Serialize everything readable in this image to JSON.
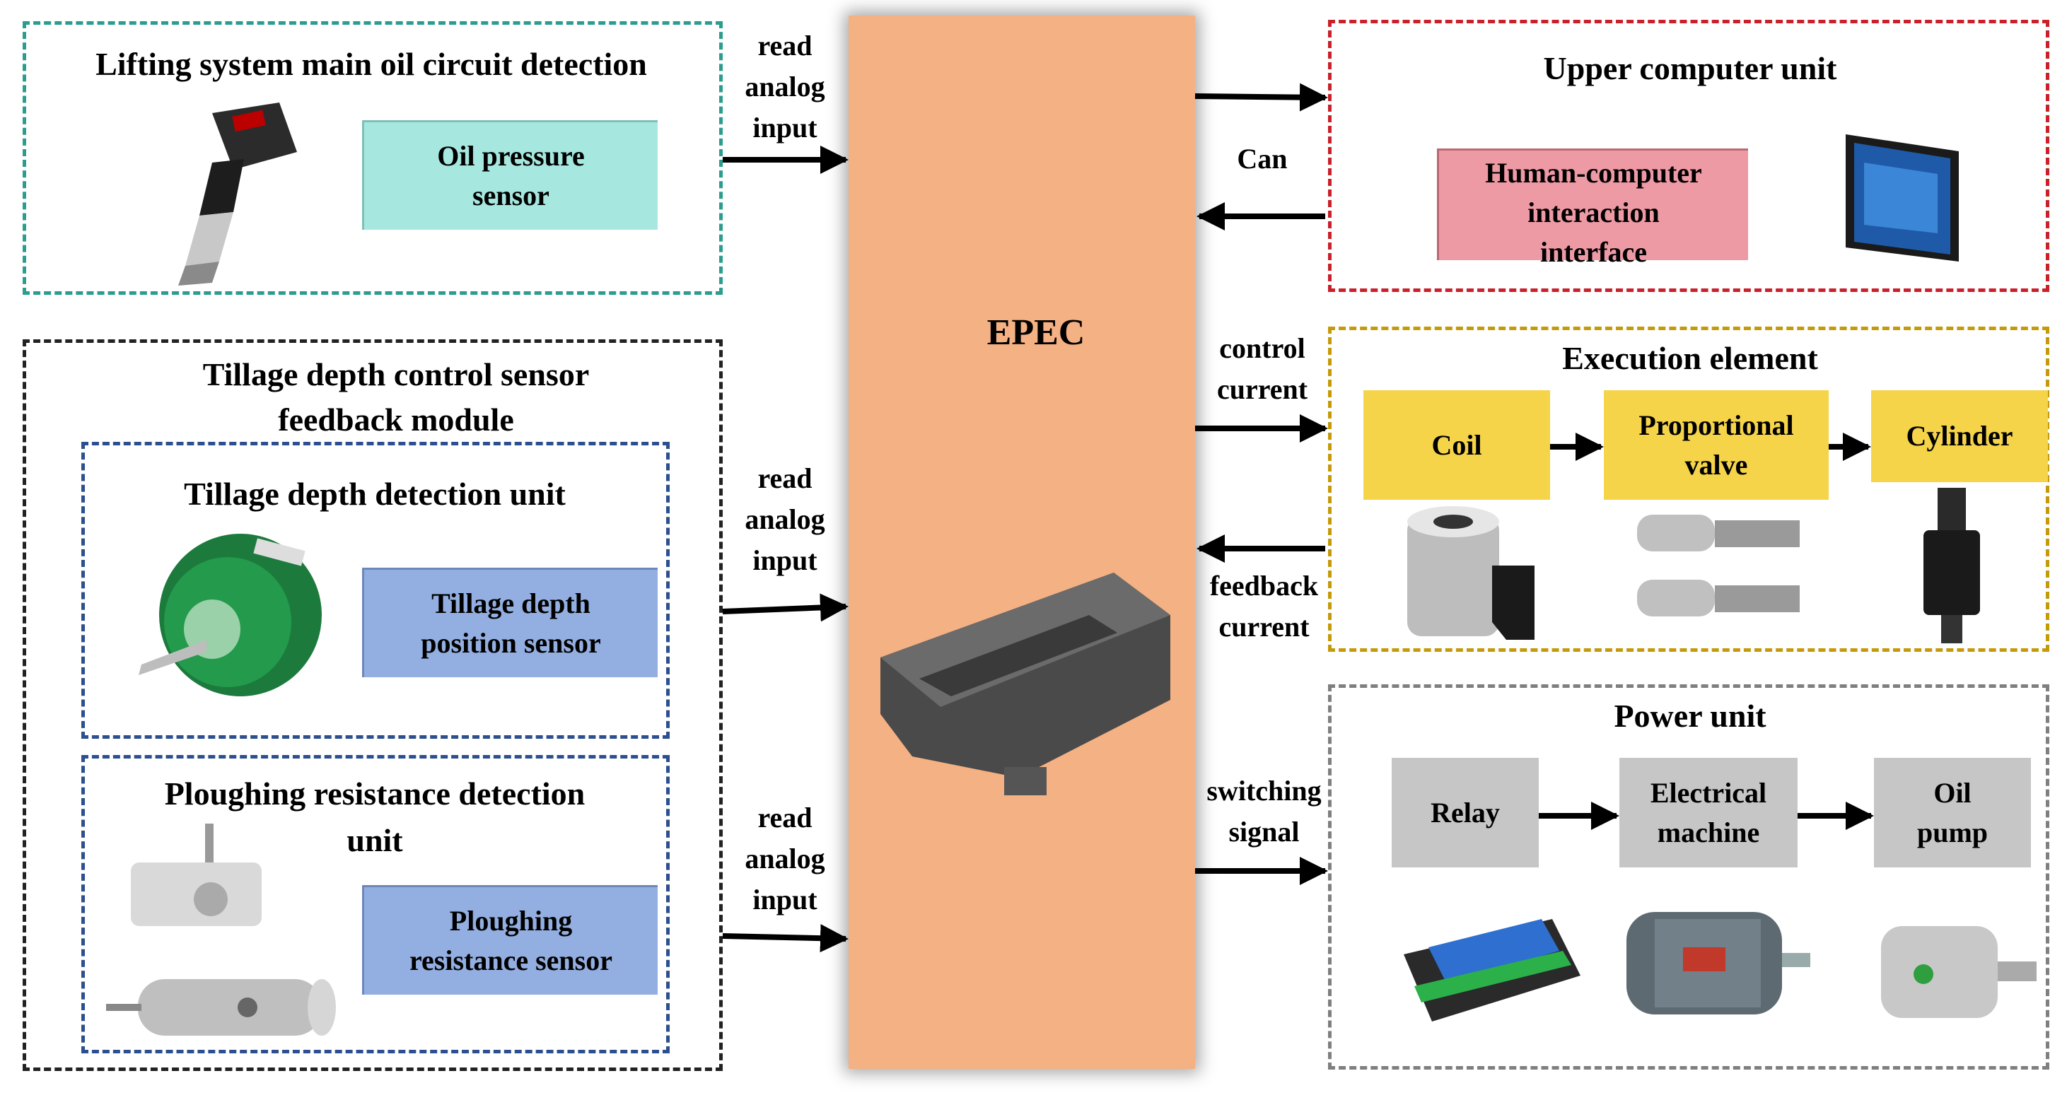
{
  "oil_group": {
    "title": "Lifting system main oil circuit detection",
    "sensor": "Oil pressure\nsensor",
    "input": "read\nanalog\ninput",
    "color": "#2a9d8f",
    "box_color": "#a6e8df"
  },
  "tillage_module": {
    "title": "Tillage depth control sensor\nfeedback module",
    "depth_unit": {
      "title": "Tillage depth detection unit",
      "sensor": "Tillage depth\nposition sensor",
      "input": "read\nanalog\ninput"
    },
    "resistance_unit": {
      "title": "Ploughing resistance detection\nunit",
      "sensor": "Ploughing\nresistance sensor",
      "input": "read\nanalog\ninput"
    },
    "color": "#222222",
    "inner_color": "#2b4f8f",
    "box_color": "#93aee0"
  },
  "controller": {
    "label": "EPEC",
    "color": "#f4b183"
  },
  "upper_unit": {
    "title": "Upper computer unit",
    "hmi": "Human-computer\ninteraction\ninterface",
    "link": "Can",
    "color": "#c9202a",
    "box_color": "#ee9aa5"
  },
  "execution": {
    "title": "Execution element",
    "control": "control\ncurrent",
    "feedback": "feedback\ncurrent",
    "chain": [
      "Coil",
      "Proportional\nvalve",
      "Cylinder"
    ],
    "color": "#c59a0a",
    "box_color": "#f5d44a"
  },
  "power": {
    "title": "Power unit",
    "signal": "switching\nsignal",
    "chain": [
      "Relay",
      "Electrical\nmachine",
      "Oil\npump"
    ],
    "color": "#7f7f7f",
    "box_color": "#c6c6c6"
  },
  "icons": [
    "pressure-transmitter-icon",
    "rotary-encoder-icon",
    "load-cell-icon",
    "controller-ecu-icon",
    "monitor-icon",
    "solenoid-coil-icon",
    "proportional-valve-icon",
    "cylinder-icon",
    "relay-board-icon",
    "electric-motor-icon",
    "gear-pump-icon"
  ]
}
